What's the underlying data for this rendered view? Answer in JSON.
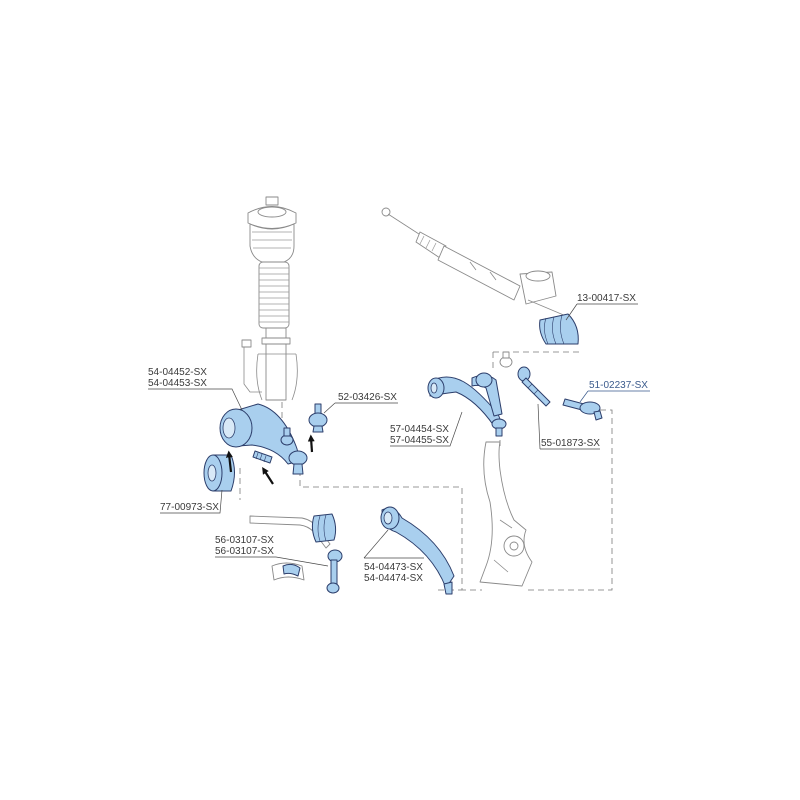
{
  "colors": {
    "accent": "#a9cfee",
    "outline": "#2c3e6b",
    "line": "#8a8a8a",
    "label": "#3a3a3a",
    "label_highlight": "#3a5a8c"
  },
  "labels": {
    "group_a": [
      "54-04452-SX",
      "54-04453-SX"
    ],
    "group_b": "52-03426-SX",
    "group_c": "77-00973-SX",
    "group_d": [
      "56-03107-SX",
      "56-03107-SX"
    ],
    "group_e": [
      "54-04473-SX",
      "54-04474-SX"
    ],
    "group_f": [
      "57-04454-SX",
      "57-04455-SX"
    ],
    "group_g": "13-00417-SX",
    "group_h": "51-02237-SX",
    "group_i": "55-01873-SX"
  },
  "icons": [
    "arrow-icon",
    "arrow-icon",
    "arrow-icon"
  ]
}
